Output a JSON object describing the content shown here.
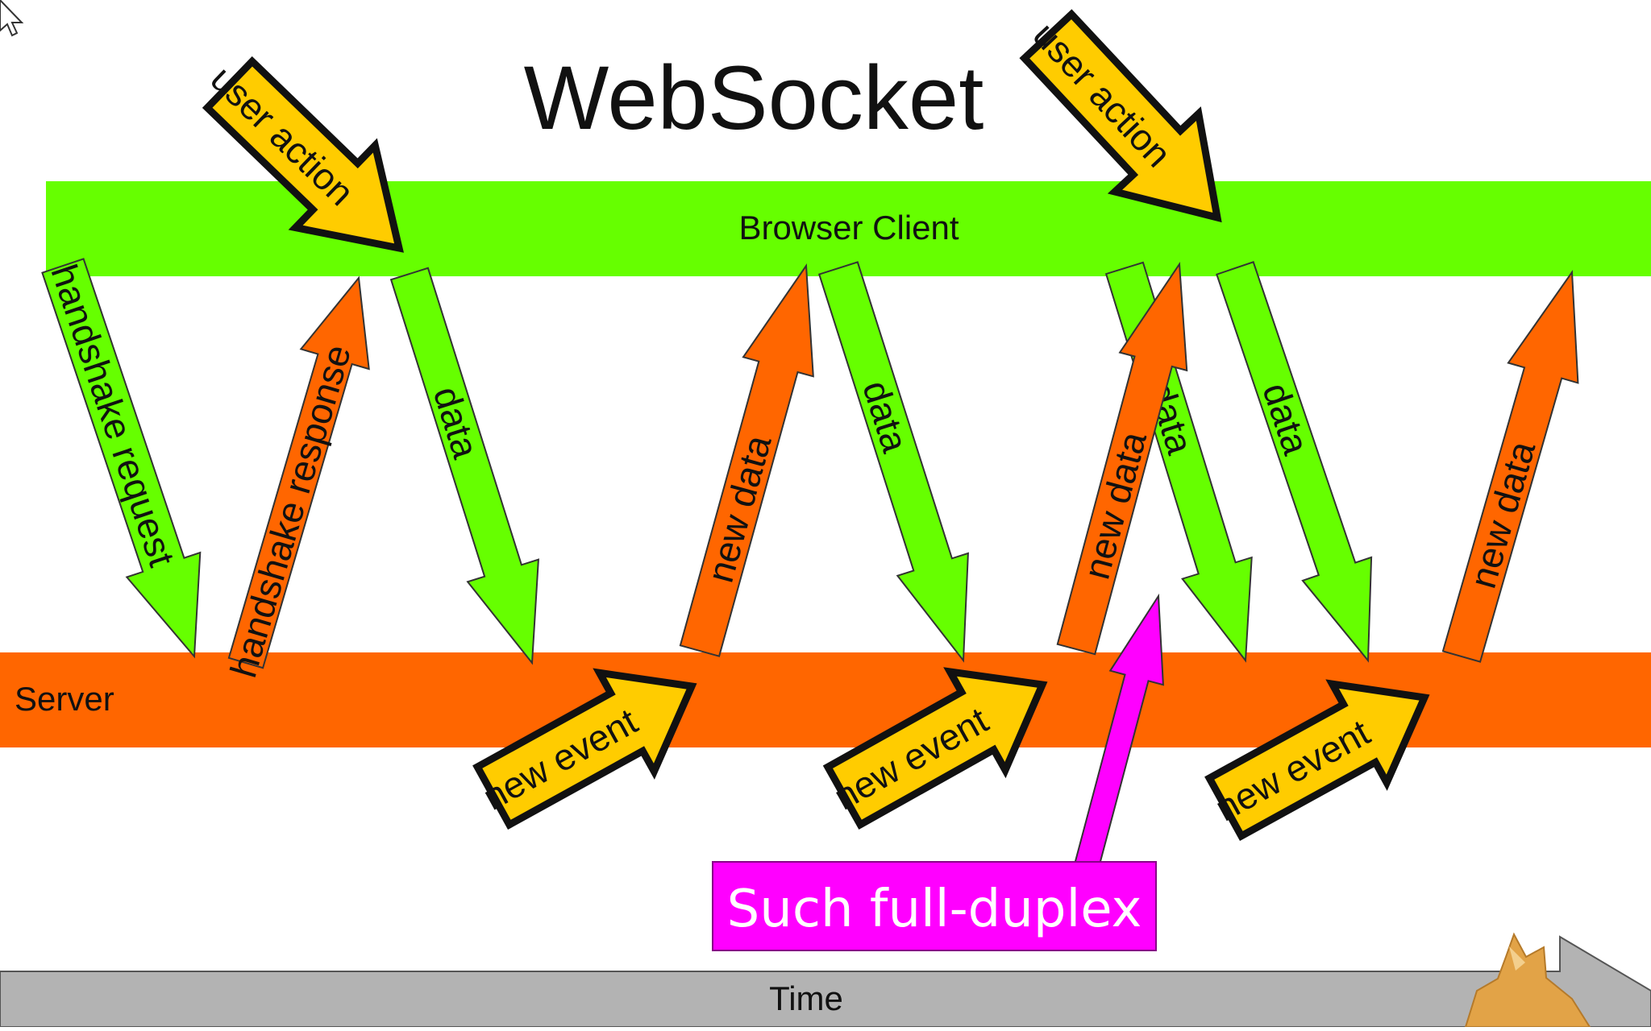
{
  "title": "WebSocket",
  "client_label": "Browser Client",
  "server_label": "Server",
  "time_label": "Time",
  "callout": "Such full-duplex",
  "labels": {
    "user_action": "user action",
    "handshake_request": "handshake request",
    "handshake_response": "handshake response",
    "data": "data",
    "new_data": "new data",
    "new_event": "new event"
  },
  "colors": {
    "client": "#66ff00",
    "server": "#ff6600",
    "user_action": "#ffcc00",
    "callout": "#ff00ff",
    "time": "#b3b3b3"
  },
  "icons": [
    "mouse-cursor-icon",
    "doge-dog-icon"
  ]
}
